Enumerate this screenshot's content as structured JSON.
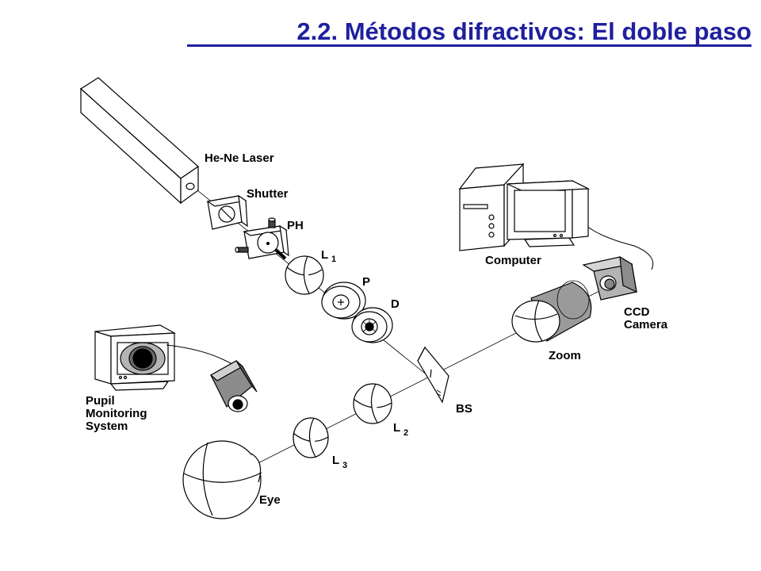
{
  "slide": {
    "title": "2.2. Métodos difractivos: El doble paso"
  },
  "diagram": {
    "labels": {
      "laser": "He-Ne Laser",
      "shutter": "Shutter",
      "pinhole": "PH",
      "lens1": "L",
      "lens1_sub": "1",
      "polarizer": "P",
      "diaphragm": "D",
      "beam_splitter": "BS",
      "lens2": "L",
      "lens2_sub": "2",
      "lens3": "L",
      "lens3_sub": "3",
      "eye": "Eye",
      "zoom": "Zoom",
      "ccd_line1": "CCD",
      "ccd_line2": "Camera",
      "computer": "Computer",
      "pupil_line1": "Pupil",
      "pupil_line2": "Monitoring",
      "pupil_line3": "System"
    },
    "colors": {
      "title": "#1f1f9e",
      "ink": "#000000",
      "zoom_fill": "#9a9a9a",
      "ccd_fill": "#b4b4b4"
    }
  }
}
